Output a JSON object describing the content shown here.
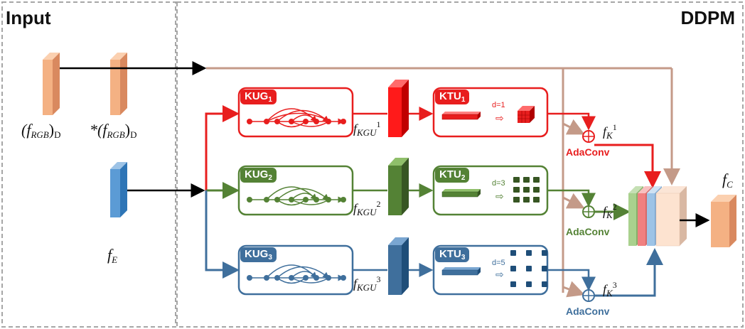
{
  "panels": {
    "input_title": "Input",
    "ddpm_title": "DDPM"
  },
  "inputs": {
    "rgb_label_main": "(f",
    "rgb_sub": "RGB",
    "rgb_close": ")",
    "rgb_d": "D",
    "rgb_star": "*(f",
    "e_label_f": "f",
    "e_sub": "E"
  },
  "branches": [
    {
      "color": "#e81e1e",
      "kug_label": "KUG",
      "kug_index": "1",
      "ktu_label": "KTU",
      "ktu_index": "1",
      "dilation": "d=1",
      "feature_f": "f",
      "feature_sub": "KGU",
      "feature_sup": "1",
      "k_f": "f",
      "k_sub": "K",
      "k_sup": "1",
      "ada": "AdaConv"
    },
    {
      "color": "#548235",
      "kug_label": "KUG",
      "kug_index": "2",
      "ktu_label": "KTU",
      "ktu_index": "2",
      "dilation": "d=3",
      "feature_f": "f",
      "feature_sub": "KGU",
      "feature_sup": "2",
      "k_f": "f",
      "k_sub": "K",
      "k_sup": "2",
      "ada": "AdaConv"
    },
    {
      "color": "#3f6f9c",
      "kug_label": "KUG",
      "kug_index": "3",
      "ktu_label": "KTU",
      "ktu_index": "3",
      "dilation": "d=5",
      "feature_f": "f",
      "feature_sub": "KGU",
      "feature_sup": "3",
      "k_f": "f",
      "k_sub": "K",
      "k_sup": "3",
      "ada": "AdaConv"
    }
  ],
  "output": {
    "f": "f",
    "sub": "C"
  },
  "colors": {
    "rgb_block": "#f4b183",
    "e_block": "#5b9bd5",
    "skip_line": "#c49a88",
    "panel_border": "#a6a6a6"
  }
}
